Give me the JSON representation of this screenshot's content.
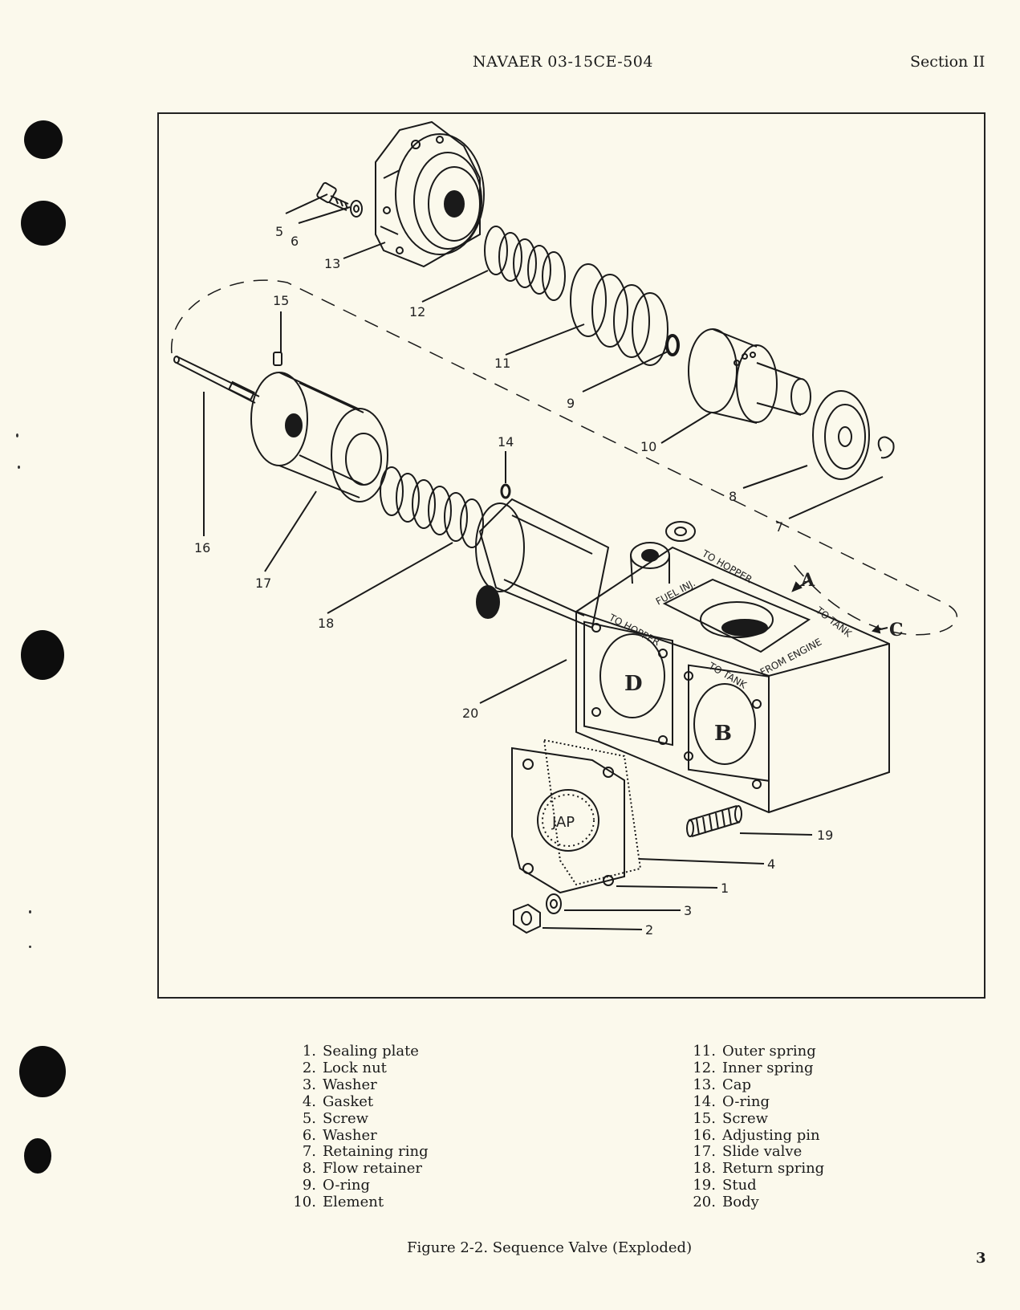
{
  "header": {
    "doc_number": "NAVAER 03-15CE-504",
    "section": "Section II"
  },
  "figure": {
    "callouts": [
      "1",
      "2",
      "3",
      "4",
      "5",
      "6",
      "7",
      "8",
      "9",
      "10",
      "11",
      "12",
      "13",
      "14",
      "15",
      "16",
      "17",
      "18",
      "19",
      "20"
    ],
    "port_labels": {
      "to_hopper_top": "TO HOPPER",
      "to_tank_right": "TO TANK",
      "fuel_inj": "FUEL INJ.",
      "from_engine": "FROM ENGINE",
      "to_hopper_side": "TO HOPPER",
      "to_tank_side": "TO TANK"
    },
    "port_letters": {
      "d": "D",
      "b": "B"
    },
    "view_arrows": {
      "a": "A",
      "c": "C"
    },
    "plate_logo": "JAP"
  },
  "legend": {
    "left": [
      {
        "num": "1.",
        "name": "Sealing plate"
      },
      {
        "num": "2.",
        "name": "Lock nut"
      },
      {
        "num": "3.",
        "name": "Washer"
      },
      {
        "num": "4.",
        "name": "Gasket"
      },
      {
        "num": "5.",
        "name": "Screw"
      },
      {
        "num": "6.",
        "name": "Washer"
      },
      {
        "num": "7.",
        "name": "Retaining ring"
      },
      {
        "num": "8.",
        "name": "Flow retainer"
      },
      {
        "num": "9.",
        "name": "O-ring"
      },
      {
        "num": "10.",
        "name": "Element"
      }
    ],
    "right": [
      {
        "num": "11.",
        "name": "Outer spring"
      },
      {
        "num": "12.",
        "name": "Inner spring"
      },
      {
        "num": "13.",
        "name": "Cap"
      },
      {
        "num": "14.",
        "name": "O-ring"
      },
      {
        "num": "15.",
        "name": "Screw"
      },
      {
        "num": "16.",
        "name": "Adjusting pin"
      },
      {
        "num": "17.",
        "name": "Slide valve"
      },
      {
        "num": "18.",
        "name": "Return spring"
      },
      {
        "num": "19.",
        "name": "Stud"
      },
      {
        "num": "20.",
        "name": "Body"
      }
    ]
  },
  "caption": "Figure 2-2. Sequence Valve (Exploded)",
  "page_number": "3"
}
